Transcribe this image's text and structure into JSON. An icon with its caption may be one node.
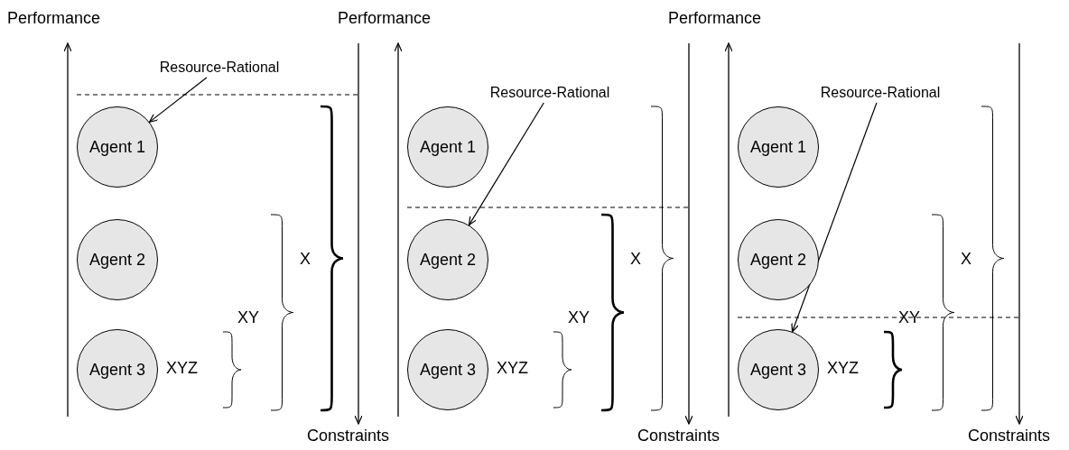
{
  "diagram": {
    "nodes": [
      {
        "text": [
          "Resource-Rational"
        ]
      },
      {
        "text": [
          "Agent 1"
        ]
      },
      {
        "text": [
          "Agent 2"
        ]
      },
      {
        "text": [
          "Agent 3"
        ]
      },
      {
        "text": [
          "Resource-Rational"
        ]
      },
      {
        "text": [
          "Agent 1"
        ]
      },
      {
        "text": [
          "Agent 2"
        ]
      },
      {
        "text": [
          "Agent 3"
        ]
      },
      {
        "text": [
          "Resource-Rational"
        ]
      },
      {
        "text": [
          "Agent 1"
        ]
      },
      {
        "text": [
          "Agent 2"
        ]
      },
      {
        "text": [
          "Agent 3"
        ]
      }
    ],
    "edges": [
      {
        "from": 0,
        "to": 1,
        "arrow": "to"
      },
      {
        "from": 4,
        "to": 6,
        "arrow": "to"
      },
      {
        "from": 8,
        "to": 11,
        "arrow": "to"
      }
    ],
    "labels": [
      "Performance",
      "X",
      "XY",
      "XYZ",
      "Constraints",
      "Performance",
      "X",
      "XY",
      "XYZ",
      "Constraints",
      "Performance",
      "X",
      "XY",
      "XYZ",
      "Constraints"
    ]
  }
}
